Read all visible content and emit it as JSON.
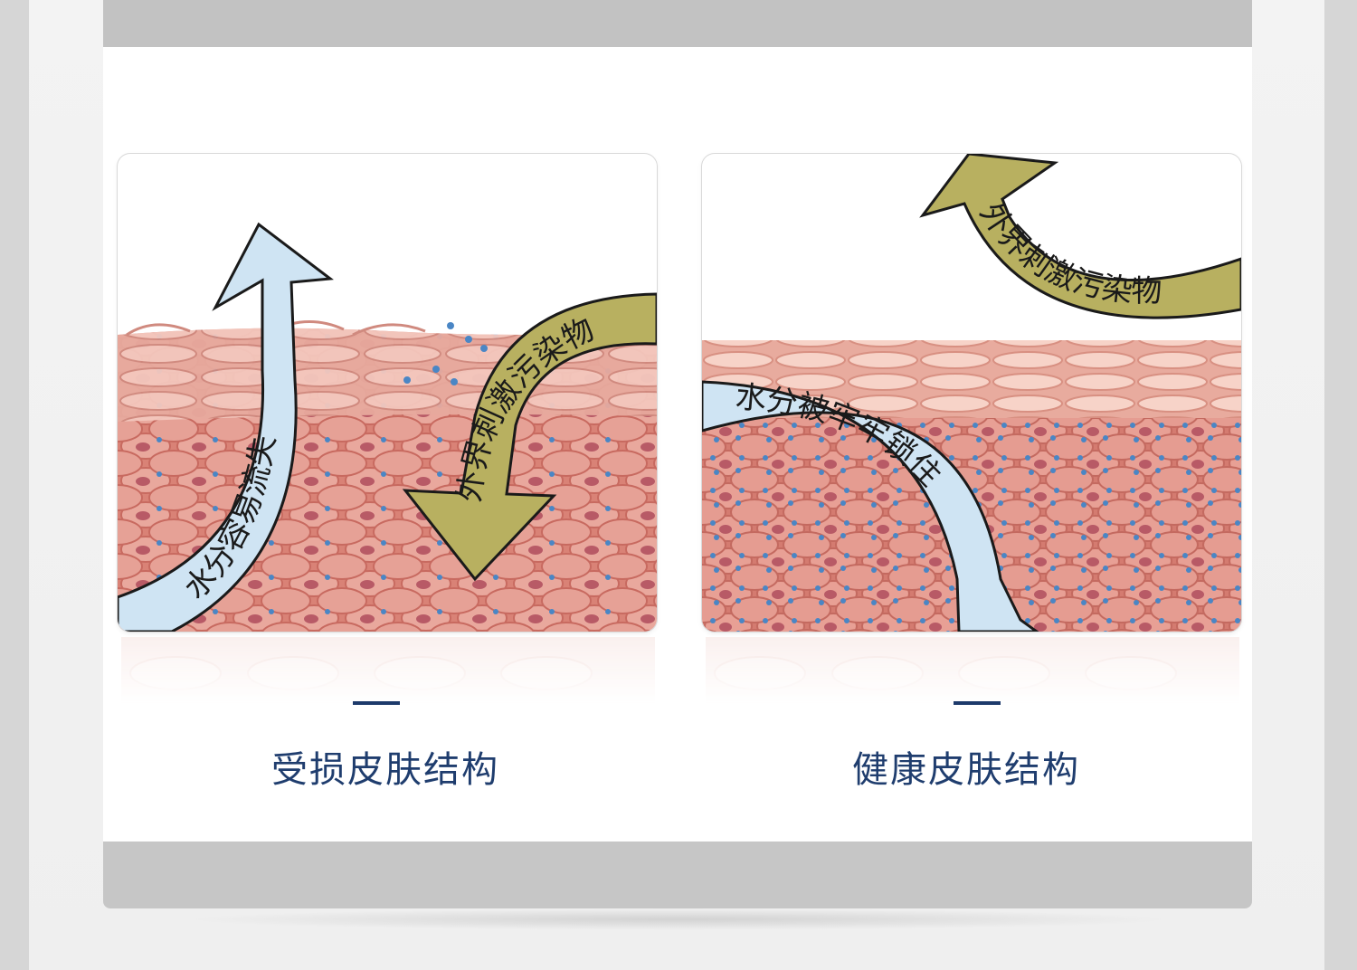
{
  "panels": {
    "left": {
      "water_arrow_label": "水分容易流失",
      "irritant_arrow_label": "外界刺激污染物",
      "caption": "受损皮肤结构"
    },
    "right": {
      "water_arrow_label": "水分被牢牢锁住",
      "irritant_arrow_label": "外界刺激污染物",
      "caption": "健康皮肤结构"
    }
  },
  "colors": {
    "water_arrow_fill": "#cfe4f3",
    "irritant_arrow_fill": "#b8b060",
    "skin_cell": "#e8a49a",
    "skin_bg": "#d97d72",
    "caption_text": "#1f3d6e",
    "divider": "#1d3a6b"
  }
}
